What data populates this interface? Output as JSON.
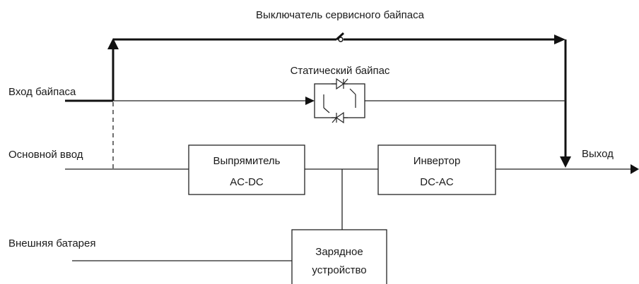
{
  "labels": {
    "bypass_switch": "Выключатель сервисного байпаса",
    "static_bypass": "Статический байпас",
    "bypass_input": "Вход байпаса",
    "main_input": "Основной ввод",
    "external_battery": "Внешняя батарея",
    "output": "Выход"
  },
  "blocks": {
    "rectifier": {
      "line1": "Выпрямитель",
      "line2": "AC-DC"
    },
    "inverter": {
      "line1": "Инвертор",
      "line2": "DC-AC"
    },
    "charger": {
      "line1": "Зарядное",
      "line2": "устройство"
    }
  }
}
